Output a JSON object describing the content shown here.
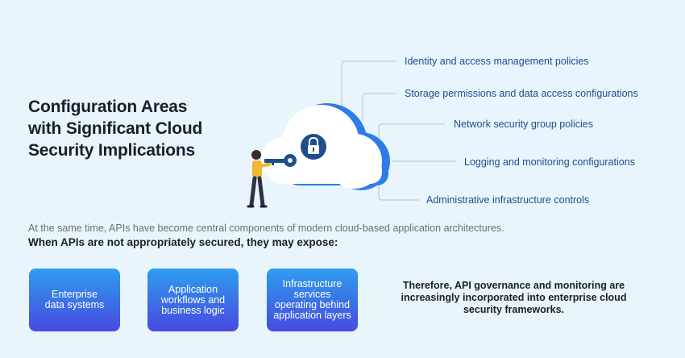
{
  "title": {
    "lines": [
      "Configuration Areas",
      "with Significant Cloud",
      "Security Implications"
    ]
  },
  "callouts": [
    "Identity and access management policies",
    "Storage permissions and data access configurations",
    "Network security group policies",
    "Logging and monitoring configurations",
    "Administrative infrastructure controls"
  ],
  "intro_text": "At the same time, APIs have become central components of modern cloud-based application architectures.",
  "lead_text": "When APIs are not appropriately secured, they may expose:",
  "cards": [
    {
      "lines": [
        "Enterprise",
        "data systems"
      ]
    },
    {
      "lines": [
        "Application",
        "workflows and",
        "business logic"
      ]
    },
    {
      "lines": [
        "Infrastructure",
        "services",
        "operating behind",
        "application layers"
      ]
    }
  ],
  "conclusion": {
    "lines": [
      "Therefore, API governance and monitoring are",
      "increasingly incorporated into enterprise cloud",
      "security frameworks."
    ]
  },
  "colors": {
    "background": "#e8f5fd",
    "accent_blue": "#3b6fe6",
    "callout_text": "#1f4e8c",
    "cloud_shadow": "#2e7bea"
  },
  "icons": [
    "cloud-icon",
    "padlock-icon",
    "key-icon",
    "person-illustration"
  ]
}
